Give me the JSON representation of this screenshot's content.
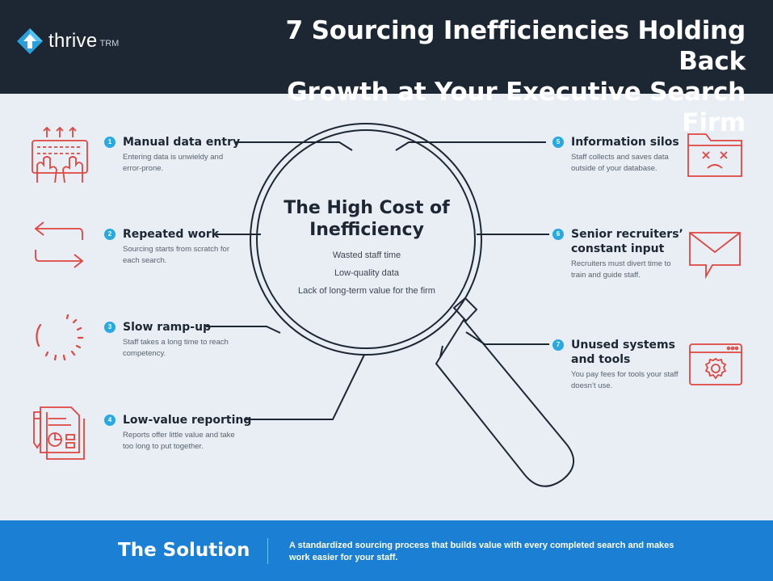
{
  "header": {
    "logo_word": "thrive",
    "logo_sub": "TRM",
    "title_line1": "7 Sourcing Inefficiencies Holding Back",
    "title_line2": "Growth at Your Executive Search Firm"
  },
  "colors": {
    "header_bg": "#1d2733",
    "page_bg": "#e9edf4",
    "accent_red": "#e0453f",
    "badge_blue": "#27a9e1",
    "footer_blue": "#1b7fd4"
  },
  "center": {
    "title_line1": "The High Cost of",
    "title_line2": "Inefficiency",
    "items": [
      "Wasted staff time",
      "Low-quality data",
      "Lack of long-term value for the firm"
    ]
  },
  "items": [
    {
      "num": "1",
      "title": "Manual data entry",
      "desc": "Entering data is unwieldy and error-prone.",
      "icon": "keyboard-hands-icon"
    },
    {
      "num": "2",
      "title": "Repeated work",
      "desc": "Sourcing starts from scratch for each search.",
      "icon": "repeat-arrows-icon"
    },
    {
      "num": "3",
      "title": "Slow ramp-up",
      "desc": "Staff takes a long time to reach competency.",
      "icon": "loading-spinner-icon"
    },
    {
      "num": "4",
      "title": "Low-value reporting",
      "desc": "Reports offer little value and take too long to put together.",
      "icon": "report-document-icon"
    },
    {
      "num": "5",
      "title": "Information silos",
      "desc": "Staff collects and saves data outside of your database.",
      "icon": "sad-folder-icon"
    },
    {
      "num": "6",
      "title_line1": "Senior recruiters’",
      "title_line2": "constant input",
      "desc": "Recruiters must divert time to train and guide staff.",
      "icon": "envelope-message-icon"
    },
    {
      "num": "7",
      "title_line1": "Unused systems",
      "title_line2": "and tools",
      "desc": "You pay fees for tools your staff doesn’t use.",
      "icon": "browser-gear-icon"
    }
  ],
  "footer": {
    "title": "The Solution",
    "text": "A standardized sourcing process that builds value with every completed search and makes work easier for your staff."
  }
}
